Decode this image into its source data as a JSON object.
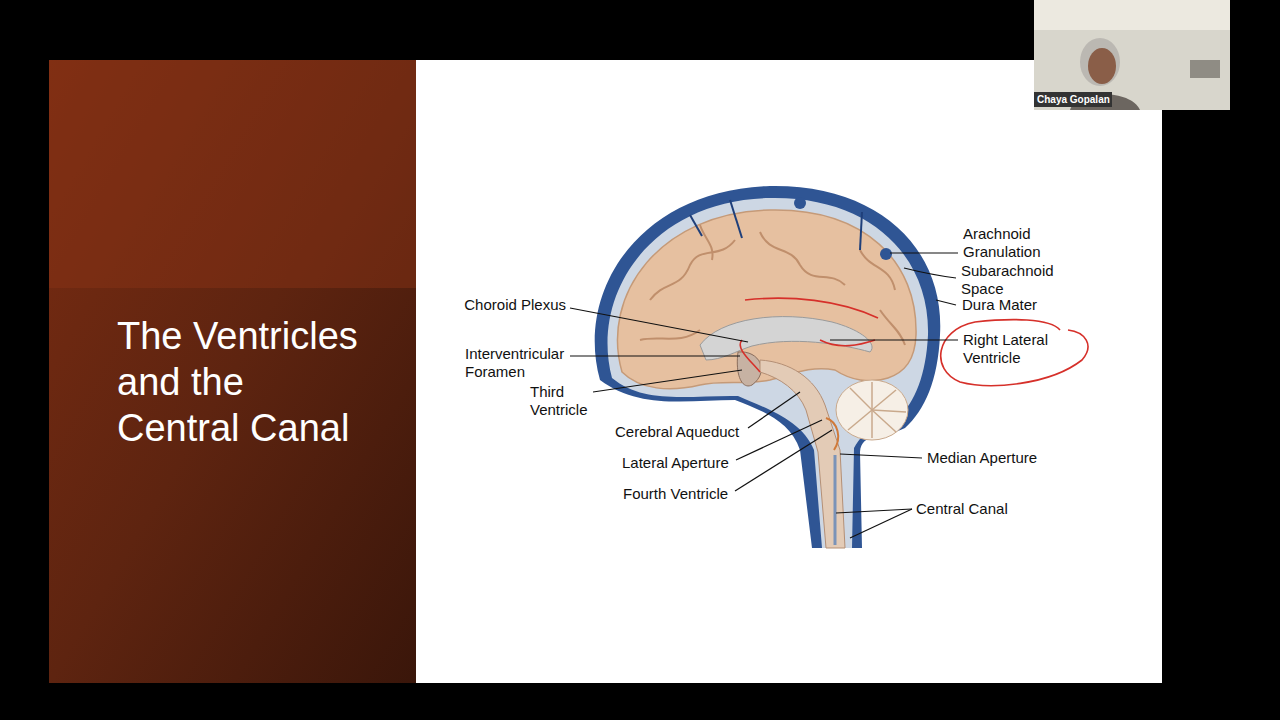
{
  "diagram": {
    "title": "The Ventricles and the Central Canal",
    "labels": [
      "Arachnoid Granulation",
      "Subarachnoid Space",
      "Dura Mater",
      "Choroid Plexus",
      "Right Lateral Ventricle",
      "Interventricular Foramen",
      "Third Ventricle",
      "Cerebral Aqueduct",
      "Lateral Aperture",
      "Median Aperture",
      "Fourth Ventricle",
      "Central Canal",
      "Chaya Gopalan"
    ]
  }
}
